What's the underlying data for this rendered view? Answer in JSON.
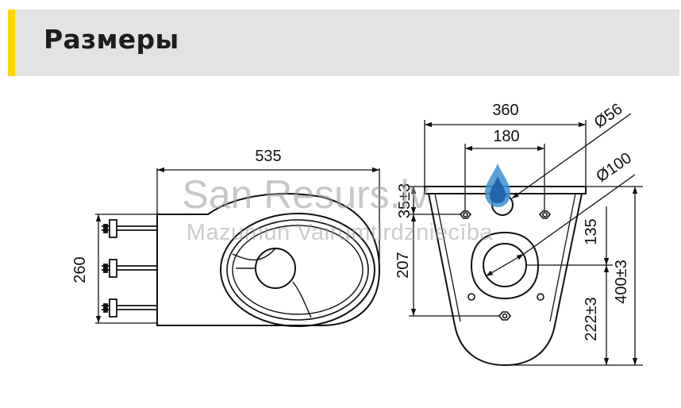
{
  "header": {
    "title": "Размеры"
  },
  "watermark": {
    "brand": "San Resurs.lv",
    "tagline": "Mazumun Vairumtirdzniecība"
  },
  "colors": {
    "header_bg": "#e3e3e3",
    "accent": "#ffd400",
    "line": "#111111",
    "drop": "#3b8fd4"
  },
  "dimensions": {
    "side_length": "535",
    "side_height": "260",
    "front_width": "360",
    "bolt_spacing": "180",
    "inlet_diameter": "Ø56",
    "outlet_diameter": "Ø100",
    "inlet_height": "35±3",
    "outlet_depth": "207",
    "outlet_offset": "135",
    "outlet_height": "222±3",
    "total_height": "400±3"
  }
}
